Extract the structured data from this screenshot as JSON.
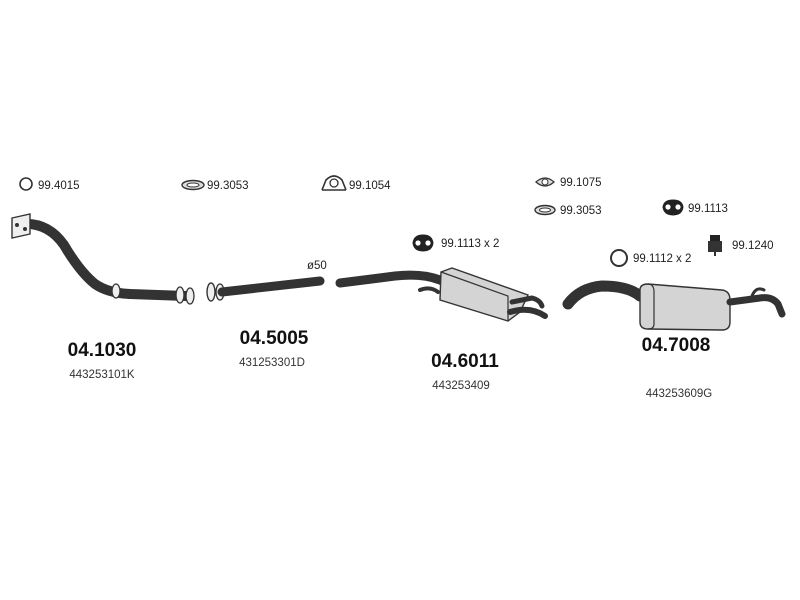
{
  "accessories": {
    "a1": "99.4015",
    "a2": "99.3053",
    "a3": "99.1054",
    "a4": "99.1075",
    "a5": "99.3053",
    "a6": "99.1113",
    "a7": "99.1113 x 2",
    "a8": "99.1112 x 2",
    "a9": "99.1240"
  },
  "diameter_label": "ø50",
  "parts": [
    {
      "number": "04.1030",
      "oem": "443253101K"
    },
    {
      "number": "04.5005",
      "oem": "431253301D"
    },
    {
      "number": "04.6011",
      "oem": "443253409"
    },
    {
      "number": "04.7008",
      "oem": "443253609G"
    }
  ]
}
